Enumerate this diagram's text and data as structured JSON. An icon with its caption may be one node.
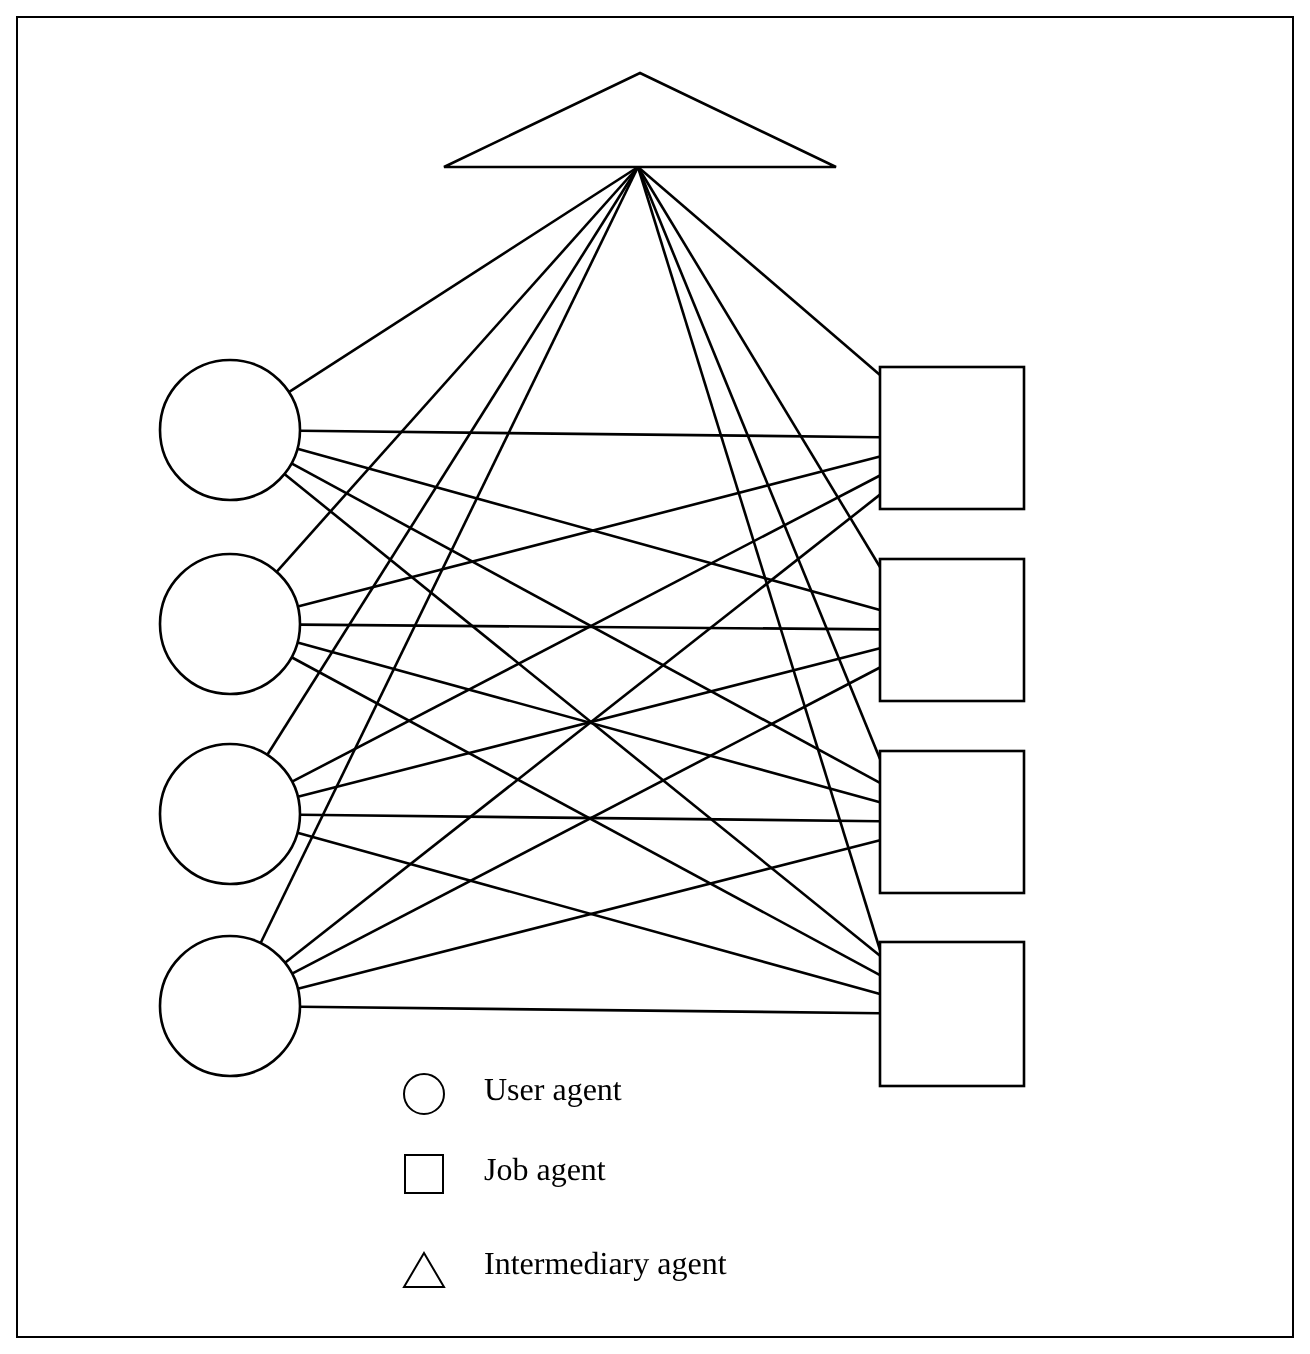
{
  "diagram": {
    "nodes": [
      {
        "text": [],
        "shape": "triangle"
      },
      {
        "text": [],
        "shape": "circle"
      },
      {
        "text": [],
        "shape": "circle"
      },
      {
        "text": [],
        "shape": "circle"
      },
      {
        "text": [],
        "shape": "circle"
      },
      {
        "text": [],
        "shape": "box"
      },
      {
        "text": [],
        "shape": "box"
      },
      {
        "text": [],
        "shape": "box"
      },
      {
        "text": [],
        "shape": "box"
      }
    ],
    "edges": [
      {
        "from": 0,
        "to": 1,
        "arrow": "none"
      },
      {
        "from": 0,
        "to": 2,
        "arrow": "none"
      },
      {
        "from": 0,
        "to": 3,
        "arrow": "none"
      },
      {
        "from": 0,
        "to": 4,
        "arrow": "none"
      },
      {
        "from": 0,
        "to": 5,
        "arrow": "none"
      },
      {
        "from": 0,
        "to": 6,
        "arrow": "none"
      },
      {
        "from": 0,
        "to": 7,
        "arrow": "none"
      },
      {
        "from": 0,
        "to": 8,
        "arrow": "none"
      },
      {
        "from": 1,
        "to": 5,
        "arrow": "none"
      },
      {
        "from": 1,
        "to": 6,
        "arrow": "none"
      },
      {
        "from": 1,
        "to": 7,
        "arrow": "none"
      },
      {
        "from": 1,
        "to": 8,
        "arrow": "none"
      },
      {
        "from": 2,
        "to": 5,
        "arrow": "none"
      },
      {
        "from": 2,
        "to": 6,
        "arrow": "none"
      },
      {
        "from": 2,
        "to": 7,
        "arrow": "none"
      },
      {
        "from": 2,
        "to": 8,
        "arrow": "none"
      },
      {
        "from": 3,
        "to": 5,
        "arrow": "none"
      },
      {
        "from": 3,
        "to": 6,
        "arrow": "none"
      },
      {
        "from": 3,
        "to": 7,
        "arrow": "none"
      },
      {
        "from": 3,
        "to": 8,
        "arrow": "none"
      },
      {
        "from": 4,
        "to": 5,
        "arrow": "none"
      },
      {
        "from": 4,
        "to": 6,
        "arrow": "none"
      },
      {
        "from": 4,
        "to": 7,
        "arrow": "none"
      },
      {
        "from": 4,
        "to": 8,
        "arrow": "none"
      }
    ],
    "legend": [
      {
        "text": "User agent"
      },
      {
        "text": "Job agent"
      },
      {
        "text": "Intermediary agent"
      }
    ]
  }
}
